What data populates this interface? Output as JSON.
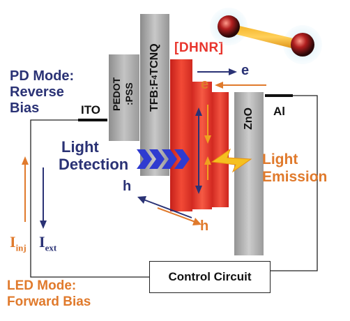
{
  "labels": {
    "pd_mode_line1": "PD Mode:",
    "pd_mode_line2": "Reverse",
    "pd_mode_line3": "Bias",
    "ito": "ITO",
    "pedot": "PEDOT",
    "pss": ":PSS",
    "tfb_prefix": "TFB:F",
    "tfb_sub": "4",
    "tfb_suffix": "TCNQ",
    "dhnr": "[DHNR]",
    "zno": "ZnO",
    "al": "Al",
    "electron_out": "e",
    "electron_in": "e",
    "hole_out": "h",
    "hole_in": "h",
    "light_detection_line1": "Light",
    "light_detection_line2": "Detection",
    "light_emission_line1": "Light",
    "light_emission_line2": "Emission",
    "i_inj_main": "I",
    "i_inj_sub": "inj",
    "i_ext_main": "I",
    "i_ext_sub": "ext",
    "led_mode_line1": "LED Mode:",
    "led_mode_line2": "Forward Bias",
    "control_circuit": "Control Circuit"
  },
  "colors": {
    "navy": "#2a3275",
    "orange": "#e07a2c",
    "red": "#e8342c",
    "gray": "#a9a9a9"
  }
}
